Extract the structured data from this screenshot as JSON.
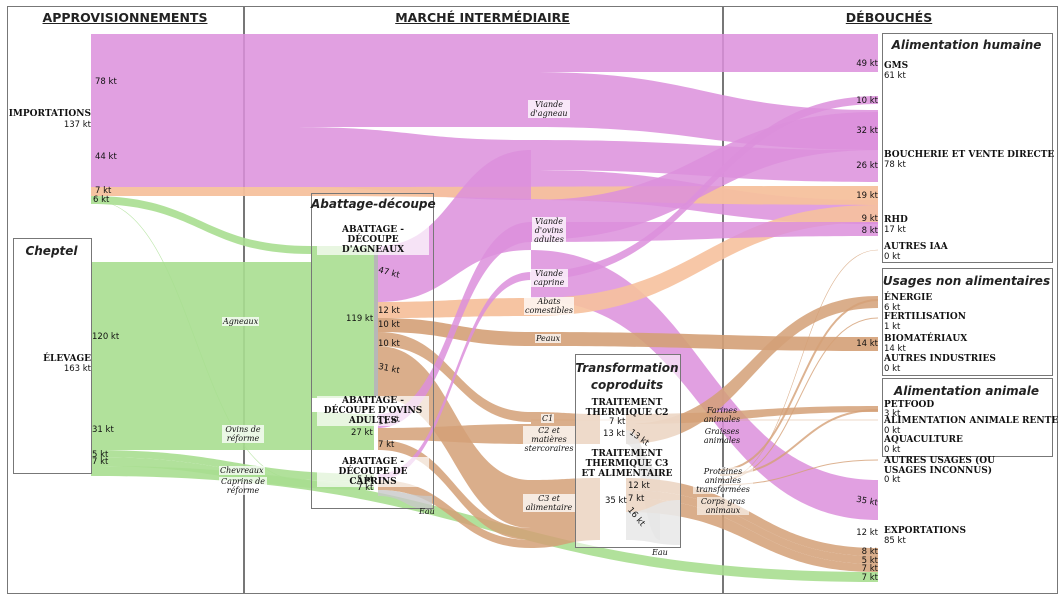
{
  "headers": {
    "approvisionnements": "APPROVISIONNEMENTS",
    "marche": "MARCHÉ INTERMÉDIAIRE",
    "debouches": "DÉBOUCHÉS"
  },
  "boxes": {
    "cheptel": "Cheptel",
    "abattage": "Abattage-découpe",
    "transformation_line1": "Transformation",
    "transformation_line2": "coproduits",
    "alim_humaine": "Alimentation humaine",
    "usages_non_alim": "Usages non alimentaires",
    "alim_animale": "Alimentation animale"
  },
  "nodes": {
    "importations": {
      "label": "IMPORTATIONS",
      "value": "137 kt"
    },
    "elevage": {
      "label": "ÉLEVAGE",
      "value": "163 kt"
    },
    "abattage_agneaux": "ABATTAGE - DÉCOUPE D'AGNEAUX",
    "abattage_ovins": "ABATTAGE - DÉCOUPE D'OVINS ADULTES",
    "abattage_caprins": "ABATTAGE - DÉCOUPE DE CAPRINS",
    "traitement_c2": "TRAITEMENT THERMIQUE C2",
    "traitement_c3": "TRAITEMENT THERMIQUE C3 ET ALIMENTAIRE",
    "gms": {
      "label": "GMS",
      "value": "61 kt"
    },
    "boucherie": {
      "label": "BOUCHERIE ET VENTE DIRECTE",
      "value": "78 kt"
    },
    "rhd": {
      "label": "RHD",
      "value": "17 kt"
    },
    "autres_iaa": {
      "label": "AUTRES IAA",
      "value": "0 kt"
    },
    "energie": {
      "label": "ÉNERGIE",
      "value": "6 kt"
    },
    "fertilisation": {
      "label": "FERTILISATION",
      "value": "1 kt"
    },
    "biomateriaux": {
      "label": "BIOMATÉRIAUX",
      "value": "14 kt"
    },
    "autres_industries": {
      "label": "AUTRES INDUSTRIES",
      "value": "0 kt"
    },
    "petfood": {
      "label": "PETFOOD",
      "value": "3 kt"
    },
    "alim_rente": {
      "label": "ALIMENTATION ANIMALE RENTE",
      "value": "0 kt"
    },
    "aquaculture": {
      "label": "AQUACULTURE",
      "value": "0 kt"
    },
    "autres_usages": {
      "label": "AUTRES USAGES (OU USAGES INCONNUS)",
      "value": "0 kt"
    },
    "exportations": {
      "label": "EXPORTATIONS",
      "value": "85 kt"
    }
  },
  "flow_tags": {
    "agneaux": "Agneaux",
    "ovins_reforme": "Ovins de réforme",
    "chevreaux": "Chevreaux",
    "caprins_reforme": "Caprins de réforme",
    "viande_agneau": "Viande d'agneau",
    "viande_ovins": "Viande d'ovins adultes",
    "viande_caprine": "Viande caprine",
    "abats": "Abats comestibles",
    "peaux": "Peaux",
    "c1": "C1",
    "c2_matieres": "C2 et matières stercoraires",
    "c3_alim": "C3 et alimentaire",
    "eau1": "Eau",
    "eau2": "Eau",
    "farines": "Farines animales",
    "graisses": "Graisses animales",
    "proteines": "Protéines animales transformées",
    "corps_gras": "Corps gras animaux"
  },
  "flow_values": {
    "imp_78": "78 kt",
    "imp_44": "44 kt",
    "imp_7": "7 kt",
    "imp_6": "6 kt",
    "elev_120": "120 kt",
    "elev_31": "31 kt",
    "elev_5": "5 kt",
    "elev_7": "7 kt",
    "ag_47": "47 kt",
    "ag_119": "119 kt",
    "ag_12": "12 kt",
    "ag_10a": "10 kt",
    "ag_10b": "10 kt",
    "ag_31": "31 kt",
    "ov_11": "11 kt",
    "ov_27": "27 kt",
    "ov_7": "7 kt",
    "cap_5": "5 kt",
    "cap_7": "7 kt",
    "c2_7": "7 kt",
    "c2_13a": "13 kt",
    "c2_13b": "13 kt",
    "c3_12": "12 kt",
    "c3_7": "7 kt",
    "c3_35": "35 kt",
    "c3_16": "16 kt",
    "out_49": "49 kt",
    "out_10": "10 kt",
    "out_32": "32 kt",
    "out_26": "26 kt",
    "out_19": "19 kt",
    "out_9": "9 kt",
    "out_8": "8 kt",
    "out_14": "14 kt",
    "out_35": "35 kt",
    "out_12": "12 kt",
    "out_8b": "8 kt",
    "out_5": "5 kt",
    "out_7": "7 kt",
    "out_7b": "7 kt"
  },
  "colors": {
    "meat": "#dc8fdc",
    "live": "#a8de90",
    "coproduct": "#d4a077",
    "edible": "#f6c19d",
    "water": "#c8c8c8"
  }
}
